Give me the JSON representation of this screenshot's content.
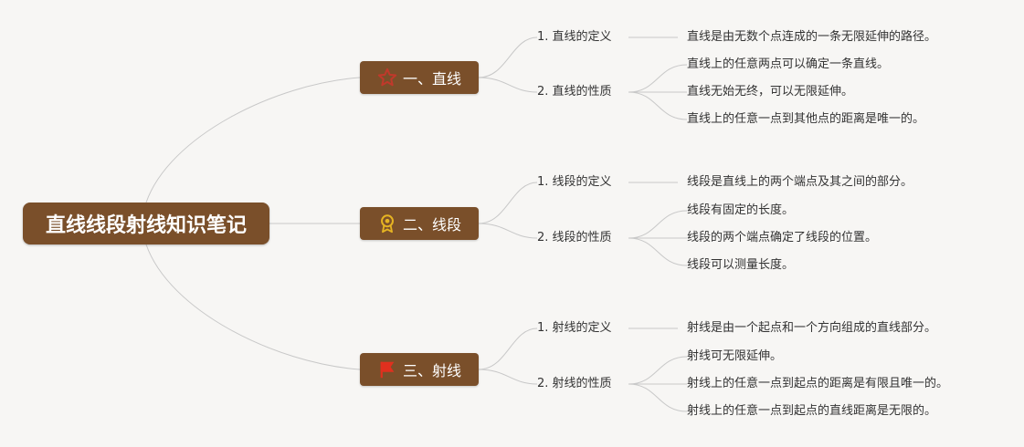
{
  "root": {
    "title": "直线线段射线知识笔记"
  },
  "branches": [
    {
      "label": "一、直线",
      "icon": "star-icon",
      "icon_color": "#c0392b",
      "subs": [
        {
          "label": "1. 直线的定义",
          "leaves": [
            "直线是由无数个点连成的一条无限延伸的路径。"
          ]
        },
        {
          "label": "2. 直线的性质",
          "leaves": [
            "直线上的任意两点可以确定一条直线。",
            "直线无始无终，可以无限延伸。",
            "直线上的任意一点到其他点的距离是唯一的。"
          ]
        }
      ]
    },
    {
      "label": "二、线段",
      "icon": "medal-icon",
      "icon_color": "#e6b422",
      "subs": [
        {
          "label": "1. 线段的定义",
          "leaves": [
            "线段是直线上的两个端点及其之间的部分。"
          ]
        },
        {
          "label": "2. 线段的性质",
          "leaves": [
            "线段有固定的长度。",
            "线段的两个端点确定了线段的位置。",
            "线段可以测量长度。"
          ]
        }
      ]
    },
    {
      "label": "三、射线",
      "icon": "flag-icon",
      "icon_color": "#e0301e",
      "subs": [
        {
          "label": "1. 射线的定义",
          "leaves": [
            "射线是由一个起点和一个方向组成的直线部分。"
          ]
        },
        {
          "label": "2. 射线的性质",
          "leaves": [
            "射线可无限延伸。",
            "射线上的任意一点到起点的距离是有限且唯一的。",
            "射线上的任意一点到起点的直线距离是无限的。"
          ]
        }
      ]
    }
  ]
}
